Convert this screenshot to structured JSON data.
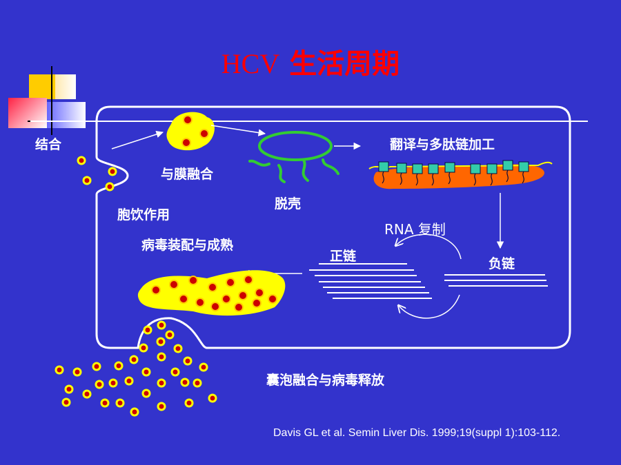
{
  "title": {
    "latin": "HCV",
    "cjk": "生活周期"
  },
  "stages": {
    "binding": "结合",
    "pinocytosis": "胞饮作用",
    "membrane_fusion": "与膜融合",
    "uncoating": "脱壳",
    "translation": "翻译与多肽链加工",
    "rna_replication": "RNA 复制",
    "positive_strand": "正链",
    "negative_strand": "负链",
    "assembly": "病毒装配与成熟",
    "release": "囊泡融合与病毒释放"
  },
  "citation": "Davis GL et al. Semin Liver Dis. 1999;19(suppl 1):103-112.",
  "colors": {
    "background": "#3333cc",
    "title": "#ff0000",
    "virion_fill": "#ffff00",
    "virion_core": "#cc0000",
    "rna": "#33cc33",
    "er": "#ff6600",
    "polypeptide": "#33ccaa",
    "line": "#ffffff"
  }
}
